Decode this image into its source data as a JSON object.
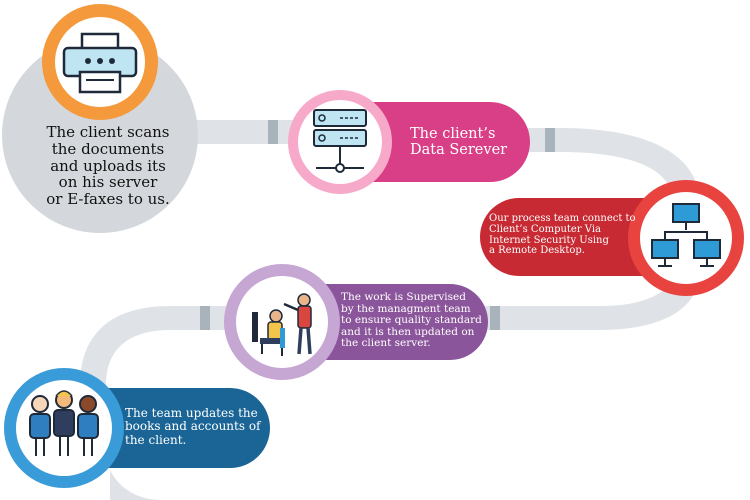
{
  "steps": [
    {
      "id": "scan",
      "icon": "printer-icon",
      "color": "#f49a3c",
      "lines": [
        "The client scans",
        "the documents",
        "and uploads its",
        "on his server",
        "or E-faxes to us."
      ]
    },
    {
      "id": "server",
      "icon": "server-icon",
      "color": "#d93f86",
      "lines": [
        "The client’s",
        "Data Serever"
      ]
    },
    {
      "id": "connect",
      "icon": "network-icon",
      "color": "#c72a32",
      "lines": [
        "Our process team connect to",
        "Client’s Computer Via",
        "Internet Security Using",
        "a Remote Desktop."
      ]
    },
    {
      "id": "supervise",
      "icon": "supervisor-icon",
      "color": "#8a559a",
      "lines": [
        "The work is Supervised",
        "by the managment team",
        "to ensure quality standard",
        "and it is then updated on",
        "the client server."
      ]
    },
    {
      "id": "update",
      "icon": "team-icon",
      "color": "#1a6596",
      "lines": [
        "The team updates the",
        "books and accounts of",
        "the client."
      ]
    }
  ],
  "colors": {
    "road": "#dfe3e7",
    "road_shadow": "#a9b3bb",
    "circle_bg": "#d4d8dc"
  }
}
